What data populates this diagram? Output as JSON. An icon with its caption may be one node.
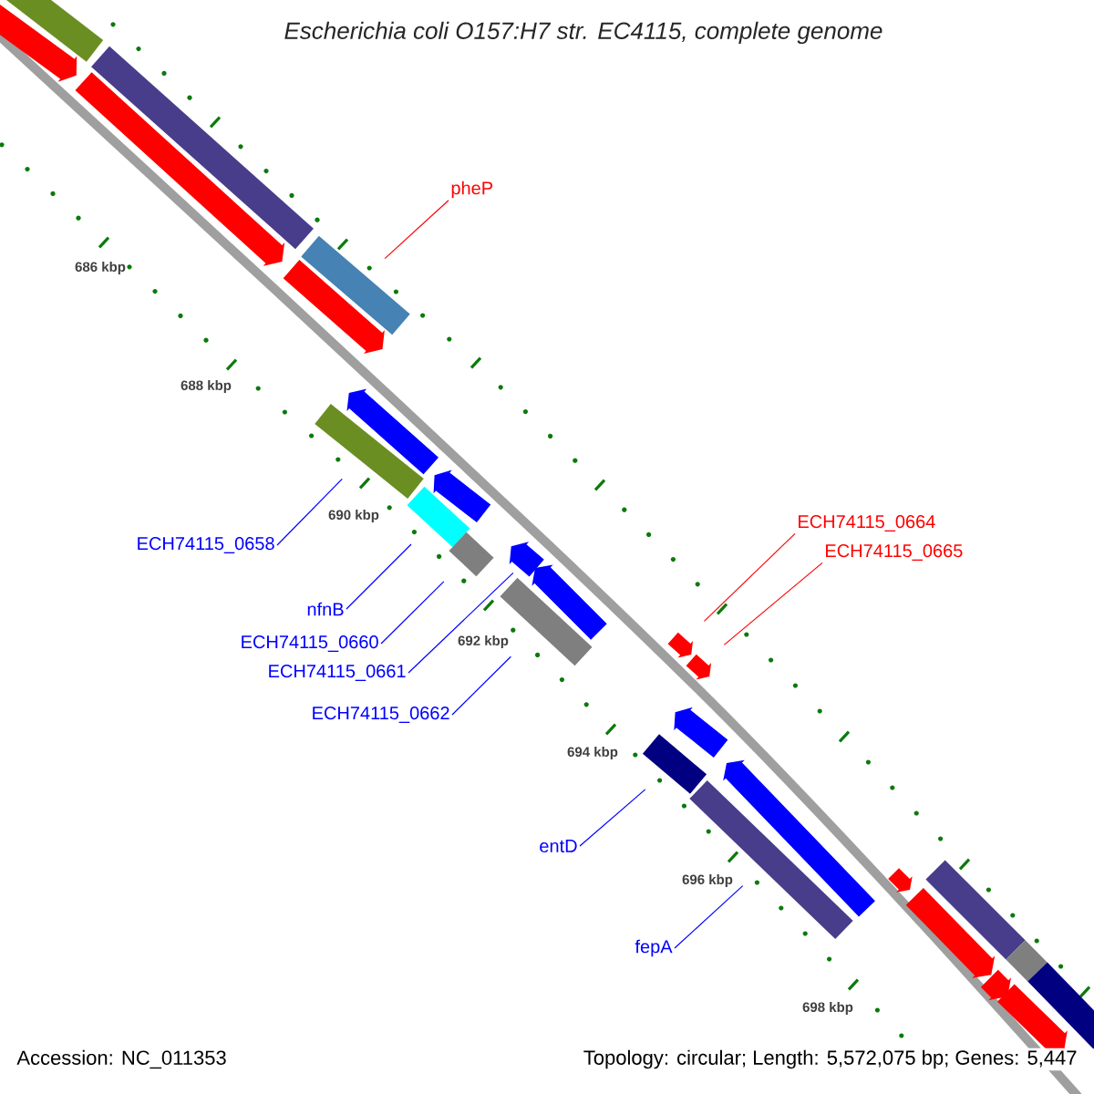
{
  "diagram": {
    "title": "Escherichia coli O157:H7 str. EC4115, complete genome",
    "nodes": [
      {
        "text": [
          "pheP"
        ]
      },
      {
        "text": [],
        "shape": "bar"
      },
      {
        "text": [
          "ECH74115_0664"
        ]
      },
      {
        "text": [],
        "shape": "arrow"
      },
      {
        "text": [
          "ECH74115_0665"
        ]
      },
      {
        "text": [],
        "shape": "arrow"
      },
      {
        "text": [
          "ECH74115_0658"
        ]
      },
      {
        "text": [],
        "shape": "bar"
      },
      {
        "text": [
          "nfnB"
        ]
      },
      {
        "text": [],
        "shape": "bar"
      },
      {
        "text": [
          "ECH74115_0660"
        ]
      },
      {
        "text": [],
        "shape": "bar"
      },
      {
        "text": [
          "ECH74115_0661"
        ]
      },
      {
        "text": [],
        "shape": "arrow"
      },
      {
        "text": [
          "ECH74115_0662"
        ]
      },
      {
        "text": [],
        "shape": "bar"
      },
      {
        "text": [
          "entD"
        ]
      },
      {
        "text": [],
        "shape": "bar"
      },
      {
        "text": [
          "fepA"
        ]
      },
      {
        "text": [],
        "shape": "bar"
      },
      {
        "text": [],
        "shape": "bar"
      },
      {
        "text": [],
        "shape": "bar"
      },
      {
        "text": [],
        "shape": "arrow"
      },
      {
        "text": [],
        "shape": "arrow"
      },
      {
        "text": [],
        "shape": "arrow"
      },
      {
        "text": [],
        "shape": "arrow"
      },
      {
        "text": [],
        "shape": "arrow"
      },
      {
        "text": [],
        "shape": "arrow"
      },
      {
        "text": [],
        "shape": "arrow"
      },
      {
        "text": [],
        "shape": "arrow"
      },
      {
        "text": [],
        "shape": "arrow"
      },
      {
        "text": [],
        "shape": "arrow"
      },
      {
        "text": [],
        "shape": "arrow"
      },
      {
        "text": [],
        "shape": "arrow"
      },
      {
        "text": [],
        "shape": "bar"
      },
      {
        "text": [],
        "shape": "bar"
      },
      {
        "text": [],
        "shape": "bar"
      }
    ],
    "edges": [
      {
        "from": 0,
        "to": 1,
        "arrow": "none",
        "color": "#ff0000"
      },
      {
        "from": 2,
        "to": 3,
        "arrow": "none",
        "color": "#ff0000"
      },
      {
        "from": 4,
        "to": 5,
        "arrow": "none",
        "color": "#ff0000"
      },
      {
        "from": 6,
        "to": 7,
        "arrow": "none"
      },
      {
        "from": 8,
        "to": 9,
        "arrow": "none"
      },
      {
        "from": 10,
        "to": 11,
        "arrow": "none"
      },
      {
        "from": 12,
        "to": 13,
        "arrow": "none"
      },
      {
        "from": 14,
        "to": 15,
        "arrow": "none"
      },
      {
        "from": 16,
        "to": 17,
        "arrow": "none"
      },
      {
        "from": 18,
        "to": 19,
        "arrow": "none"
      }
    ],
    "labels": [
      "686 kbp",
      "688 kbp",
      "690 kbp",
      "692 kbp",
      "694 kbp",
      "696 kbp",
      "698 kbp",
      "Accession: NC_011353",
      "Topology: circular; Length: 5,572,075 bp; Genes: 5,447"
    ]
  }
}
